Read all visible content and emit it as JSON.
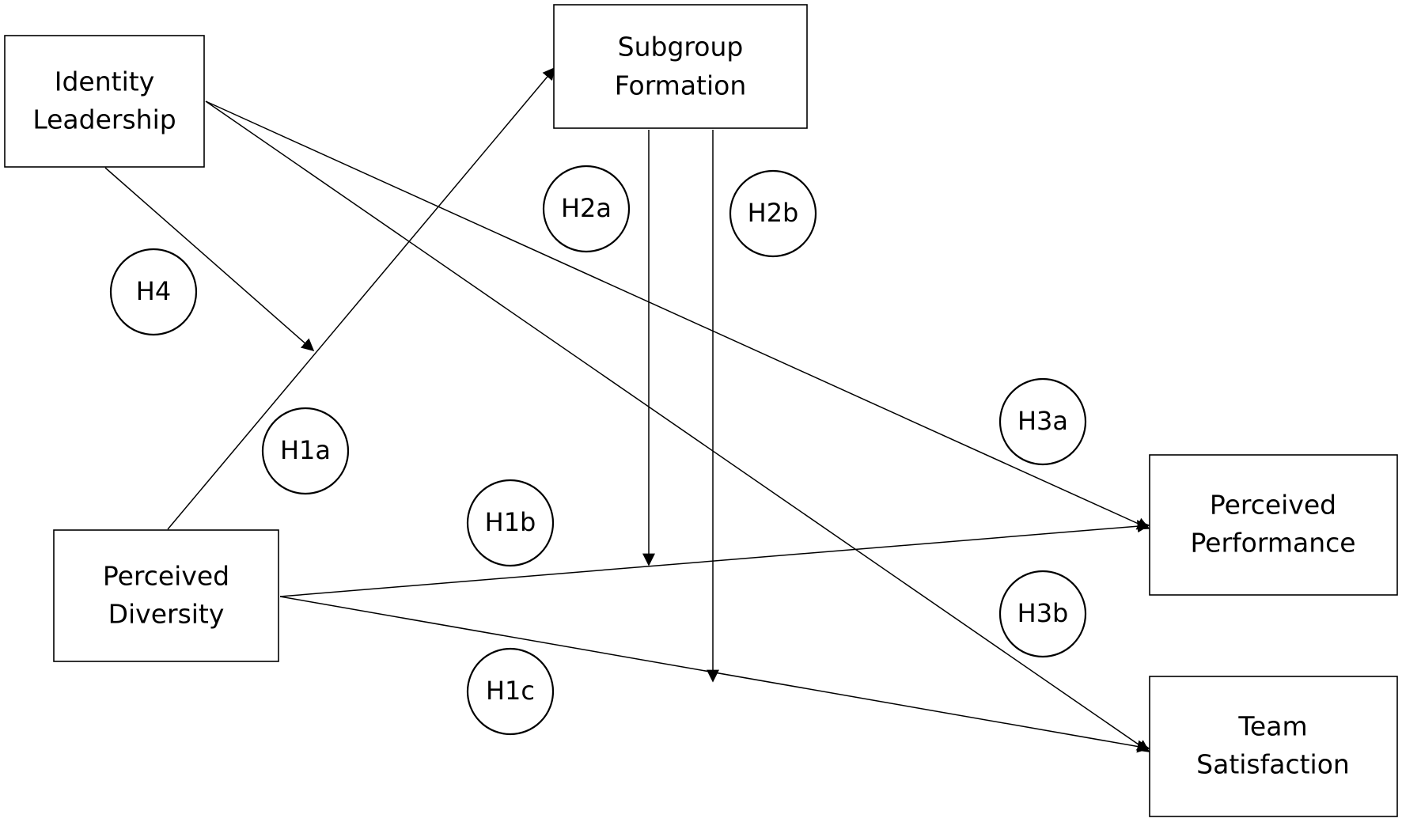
{
  "diagram": {
    "nodes": [
      {
        "id": "identity-leadership",
        "lines": [
          "Identity",
          "Leadership"
        ]
      },
      {
        "id": "subgroup-formation",
        "lines": [
          "Subgroup",
          "Formation"
        ]
      },
      {
        "id": "perceived-diversity",
        "lines": [
          "Perceived",
          "Diversity"
        ]
      },
      {
        "id": "perceived-performance",
        "lines": [
          "Perceived",
          "Performance"
        ]
      },
      {
        "id": "team-satisfaction",
        "lines": [
          "Team",
          "Satisfaction"
        ]
      }
    ],
    "hypotheses": [
      {
        "id": "h4",
        "label": "H4"
      },
      {
        "id": "h1a",
        "label": "H1a"
      },
      {
        "id": "h1b",
        "label": "H1b"
      },
      {
        "id": "h1c",
        "label": "H1c"
      },
      {
        "id": "h2a",
        "label": "H2a"
      },
      {
        "id": "h2b",
        "label": "H2b"
      },
      {
        "id": "h3a",
        "label": "H3a"
      },
      {
        "id": "h3b",
        "label": "H3b"
      }
    ],
    "relations": [
      {
        "from": "perceived-diversity",
        "to": "subgroup-formation",
        "hypothesis": "H1a"
      },
      {
        "from": "perceived-diversity",
        "to": "perceived-performance",
        "hypothesis": "H1b"
      },
      {
        "from": "perceived-diversity",
        "to": "team-satisfaction",
        "hypothesis": "H1c"
      },
      {
        "from": "subgroup-formation",
        "to": "H1b-path",
        "hypothesis": "H2a"
      },
      {
        "from": "subgroup-formation",
        "to": "H1c-path",
        "hypothesis": "H2b"
      },
      {
        "from": "identity-leadership",
        "to": "perceived-performance",
        "hypothesis": "H3a"
      },
      {
        "from": "identity-leadership",
        "to": "team-satisfaction",
        "hypothesis": "H3b"
      },
      {
        "from": "identity-leadership",
        "to": "H1a-path",
        "hypothesis": "H4"
      }
    ]
  }
}
